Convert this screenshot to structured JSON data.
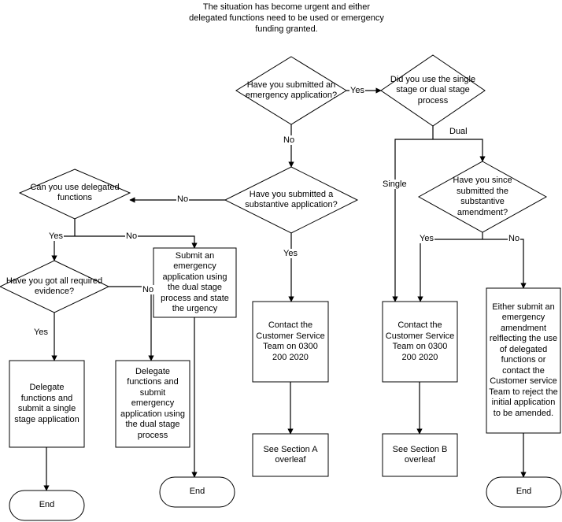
{
  "diagram": {
    "title": "The situation has become urgent and either delegated functions need to be used or emergency funding granted.",
    "stroke_color": "#000000",
    "fill_color": "#ffffff"
  },
  "nodes": {
    "q_emergency_application": "Have you submitted an emergency application?",
    "q_single_or_dual": "Did you use the single stage or dual stage process",
    "q_substantive_application": "Have you submitted a substantive application?",
    "q_since_substantive_amendment": "Have you since submitted the substantive amendment?",
    "q_delegated_functions": "Can you use delegated functions",
    "q_required_evidence": "Have you got all required evidence?",
    "p_submit_emergency_dual": "Submit an emergency application using the dual stage process and state the urgency",
    "p_delegate_single_stage": "Delegate functions and submit a single stage application",
    "p_delegate_emergency_dual": "Delegate functions and submit emergency application using the dual stage process",
    "p_contact_csc_a": "Contact the Customer Service Team on 0300 200 2020",
    "p_contact_csc_b": "Contact the Customer Service Team on 0300 200 2020",
    "p_either_submit_amendment": "Either submit an emergency amendment relflecting the use of delegated functions or contact the Customer service Team to reject the initial application to be amended.",
    "p_see_section_a": "See Section A overleaf",
    "p_see_section_b": "See Section B overleaf",
    "t_end_left": "End",
    "t_end_middle": "End",
    "t_end_right": "End"
  },
  "edge_labels": {
    "emergency_yes": "Yes",
    "emergency_no": "No",
    "single": "Single",
    "dual": "Dual",
    "substantive_no": "No",
    "substantive_yes": "Yes",
    "delegated_yes": "Yes",
    "delegated_no": "No",
    "evidence_yes": "Yes",
    "evidence_no": "No",
    "amendment_yes": "Yes",
    "amendment_no": "No"
  }
}
